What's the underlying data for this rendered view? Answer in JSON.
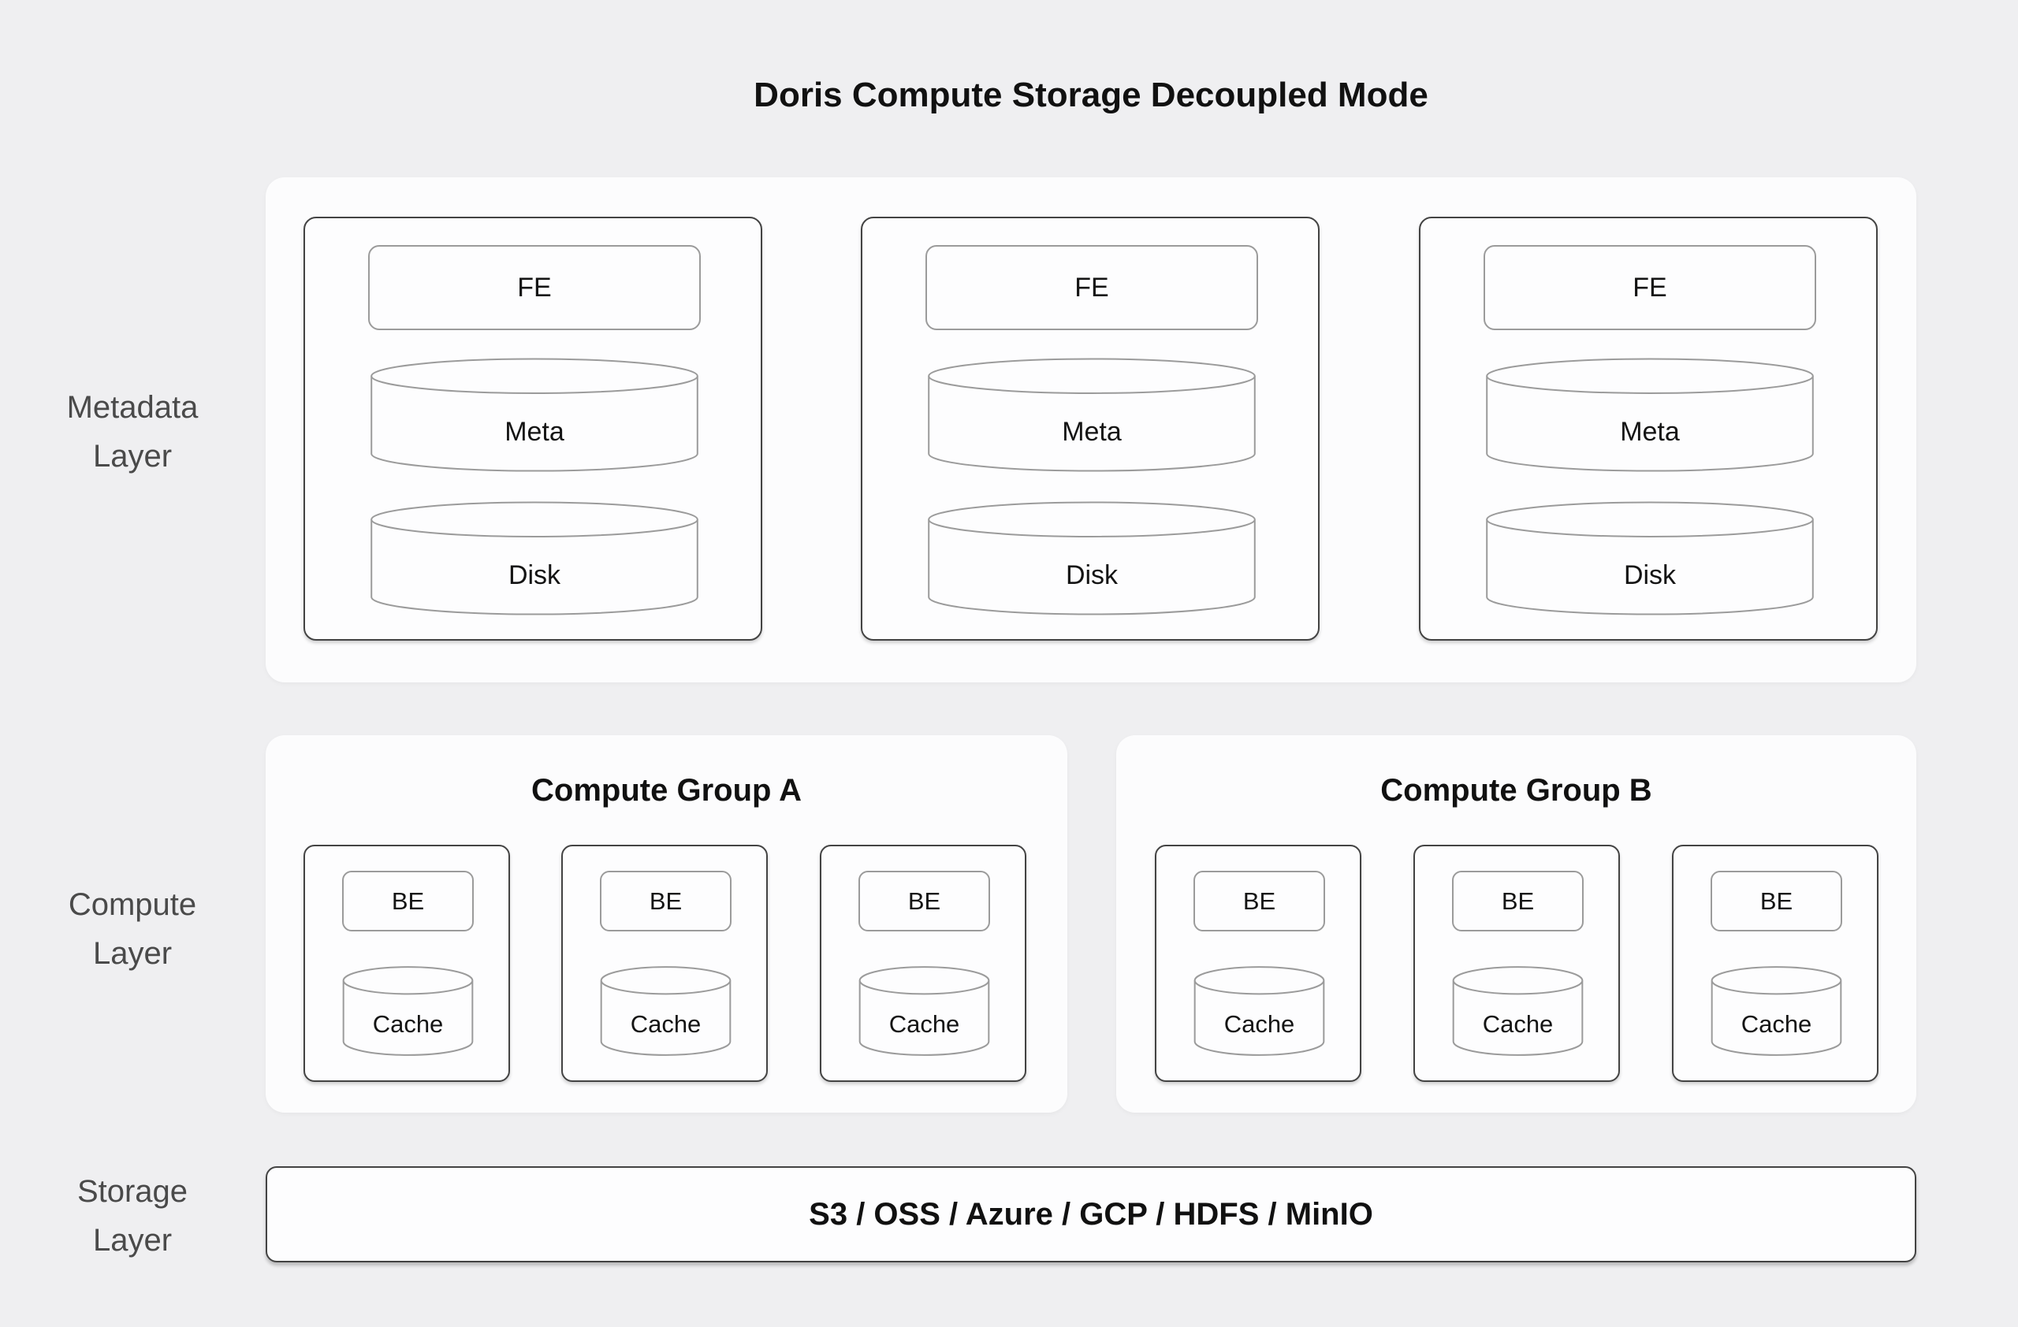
{
  "title": "Doris Compute Storage Decoupled Mode",
  "layers": {
    "metadata": {
      "label": "Metadata\nLayer",
      "nodes": [
        {
          "fe": "FE",
          "meta": "Meta",
          "disk": "Disk"
        },
        {
          "fe": "FE",
          "meta": "Meta",
          "disk": "Disk"
        },
        {
          "fe": "FE",
          "meta": "Meta",
          "disk": "Disk"
        }
      ]
    },
    "compute": {
      "label": "Compute\nLayer",
      "groups": [
        {
          "title": "Compute Group A",
          "nodes": [
            {
              "be": "BE",
              "cache": "Cache"
            },
            {
              "be": "BE",
              "cache": "Cache"
            },
            {
              "be": "BE",
              "cache": "Cache"
            }
          ]
        },
        {
          "title": "Compute Group B",
          "nodes": [
            {
              "be": "BE",
              "cache": "Cache"
            },
            {
              "be": "BE",
              "cache": "Cache"
            },
            {
              "be": "BE",
              "cache": "Cache"
            }
          ]
        }
      ]
    },
    "storage": {
      "label": "Storage\nLayer",
      "backends": "S3 / OSS / Azure / GCP / HDFS / MinIO"
    }
  },
  "colors": {
    "background": "#efeff1",
    "panel": "#fcfcfd",
    "node_border": "#434343",
    "inner_border": "#9b9b9b",
    "text": "#141414",
    "layer_label": "#4a4a4a"
  }
}
